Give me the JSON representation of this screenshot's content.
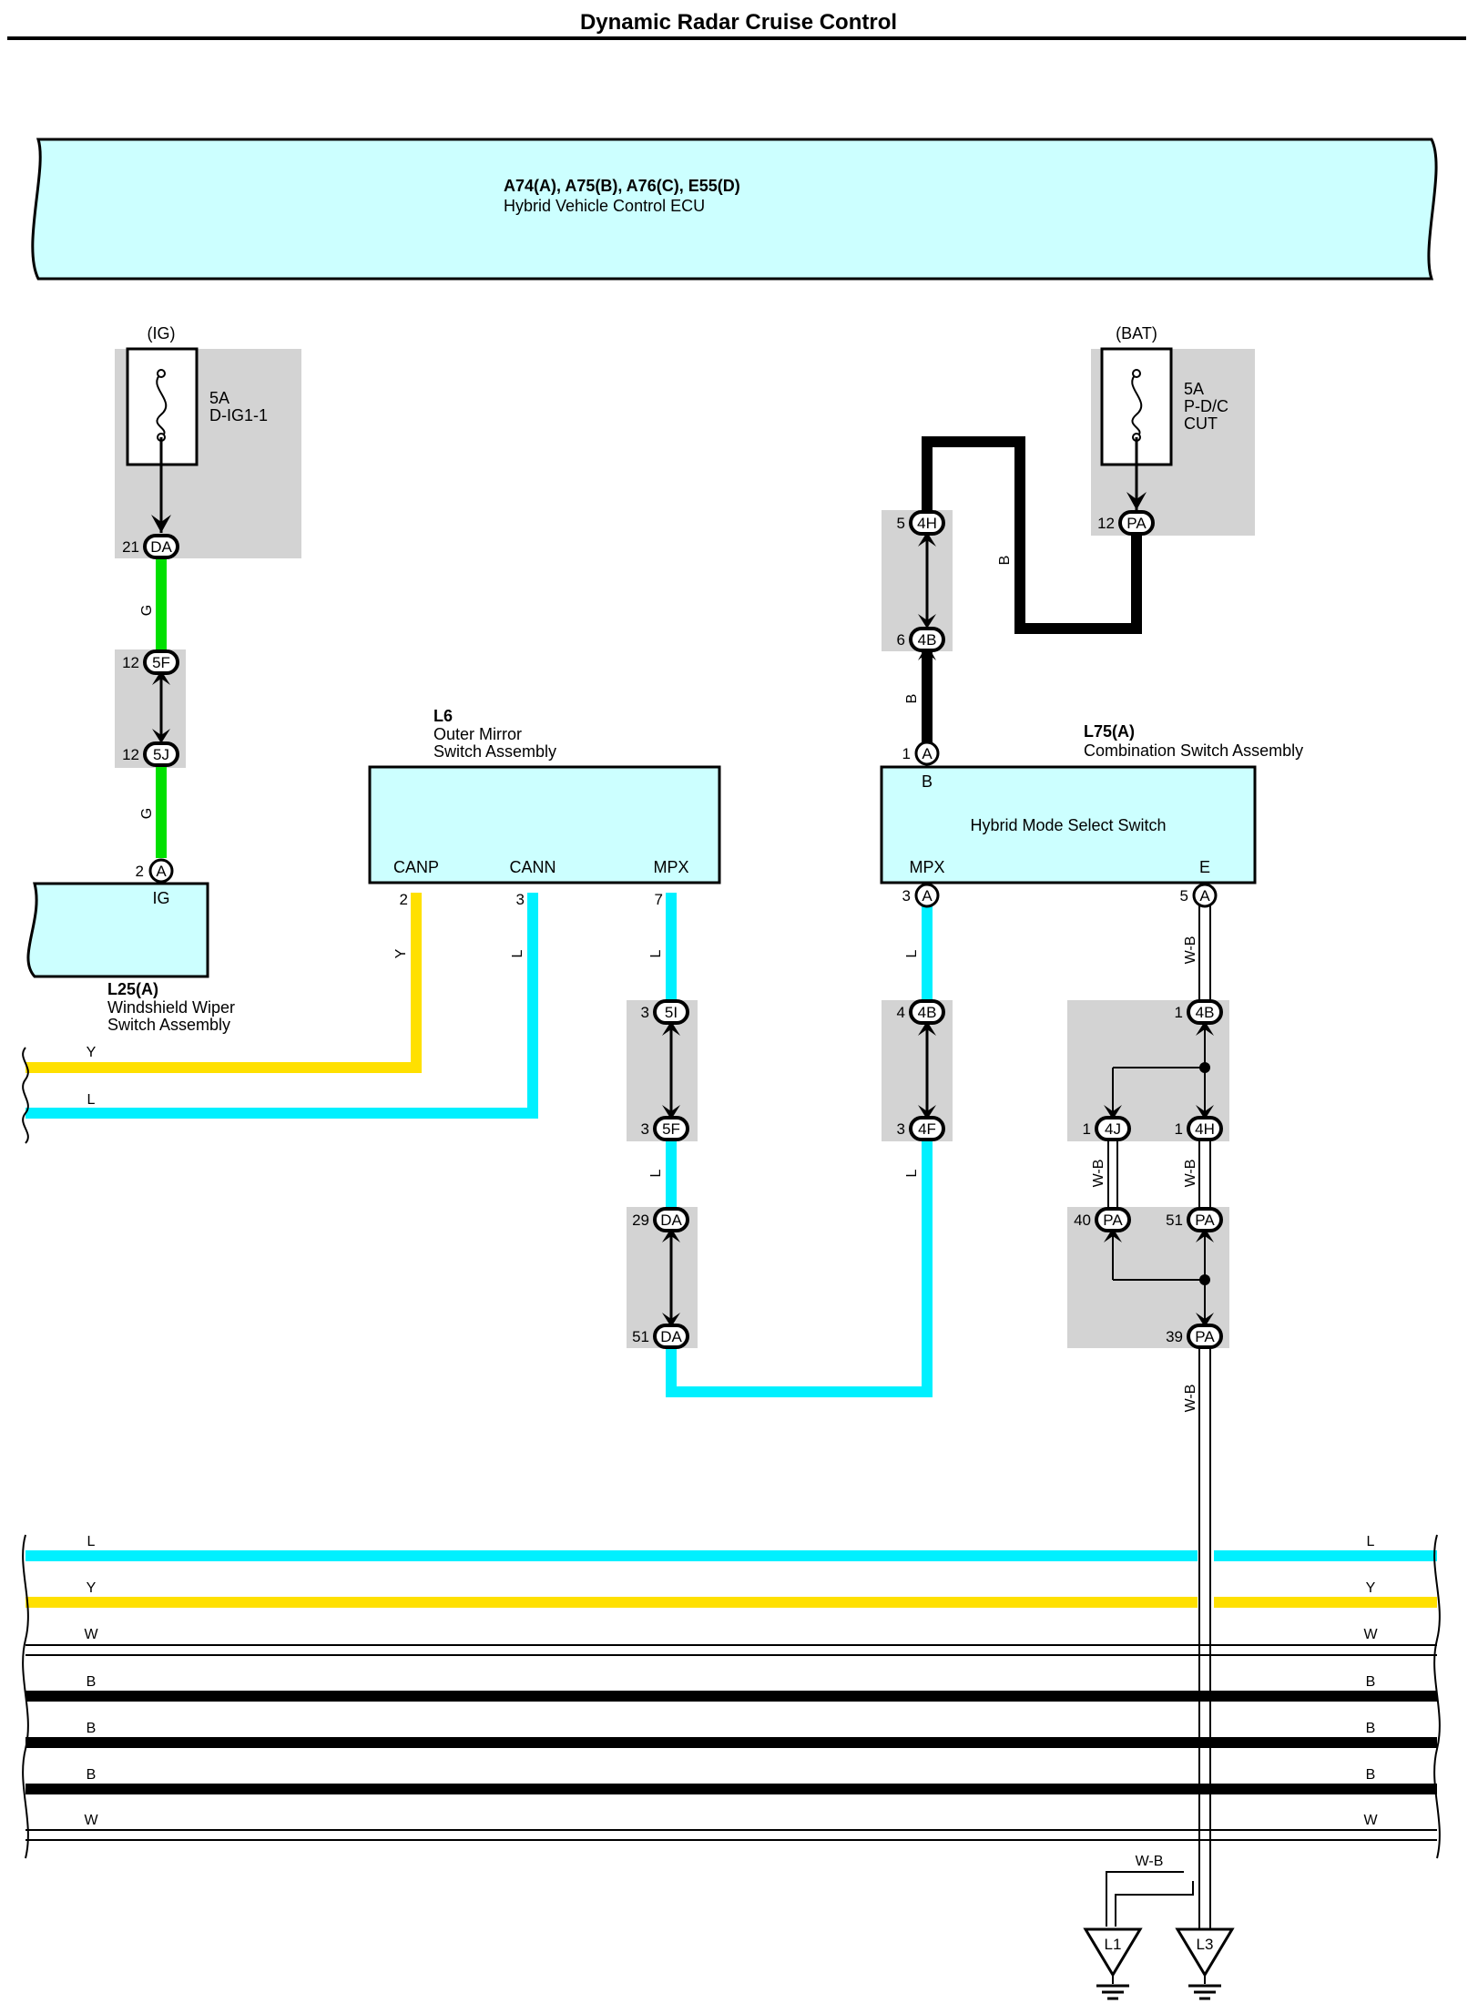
{
  "page": {
    "title": "Dynamic Radar Cruise Control"
  },
  "colors": {
    "component": "#ccffff",
    "junction": "#d3d3d3",
    "G": "#00e000",
    "Y": "#ffe000",
    "L": "#00f0ff",
    "B": "#000000",
    "W": "#ffffff"
  },
  "ecu": {
    "code": "A74(A), A75(B), A76(C), E55(D)",
    "name": "Hybrid Vehicle Control ECU"
  },
  "fuse_ig": {
    "supply": "(IG)",
    "rating": "5A",
    "name": "D-IG1-1"
  },
  "fuse_bat": {
    "supply": "(BAT)",
    "rating": "5A",
    "name1": "P-D/C",
    "name2": "CUT"
  },
  "wiper": {
    "code": "L25(A)",
    "name1": "Windshield Wiper",
    "name2": "Switch Assembly",
    "terminal": "IG",
    "pin": "2",
    "conn": "A"
  },
  "mirror": {
    "code": "L6",
    "name1": "Outer Mirror",
    "name2": "Switch Assembly",
    "t1": "CANP",
    "t2": "CANN",
    "t3": "MPX",
    "p1": "2",
    "p2": "3",
    "p3": "7"
  },
  "combo": {
    "code": "L75(A)",
    "name": "Combination Switch Assembly",
    "inner": "Hybrid Mode Select Switch",
    "tB": "B",
    "tMPX": "MPX",
    "tE": "E",
    "pB": "1",
    "pMPX": "3",
    "pE": "5",
    "conn": "A"
  },
  "connectors": {
    "c_ig_da": {
      "pin": "21",
      "id": "DA"
    },
    "c_5f_a": {
      "pin": "12",
      "id": "5F"
    },
    "c_5j": {
      "pin": "12",
      "id": "5J"
    },
    "c_4h_a": {
      "pin": "5",
      "id": "4H"
    },
    "c_4b_a": {
      "pin": "6",
      "id": "4B"
    },
    "c_pa_bat": {
      "pin": "12",
      "id": "PA"
    },
    "c_5i": {
      "pin": "3",
      "id": "5I"
    },
    "c_5f_b": {
      "pin": "3",
      "id": "5F"
    },
    "c_da_29": {
      "pin": "29",
      "id": "DA"
    },
    "c_da_51": {
      "pin": "51",
      "id": "DA"
    },
    "c_4b_b": {
      "pin": "4",
      "id": "4B"
    },
    "c_4f": {
      "pin": "3",
      "id": "4F"
    },
    "c_4b_c": {
      "pin": "1",
      "id": "4B"
    },
    "c_4j": {
      "pin": "1",
      "id": "4J"
    },
    "c_4h_b": {
      "pin": "1",
      "id": "4H"
    },
    "c_pa_40": {
      "pin": "40",
      "id": "PA"
    },
    "c_pa_51": {
      "pin": "51",
      "id": "PA"
    },
    "c_pa_39": {
      "pin": "39",
      "id": "PA"
    }
  },
  "wire_labels": {
    "G": "G",
    "Y": "Y",
    "L": "L",
    "B": "B",
    "W": "W",
    "WB": "W-B"
  },
  "bus_lines": [
    {
      "color": "L",
      "label": "L"
    },
    {
      "color": "Y",
      "label": "Y"
    },
    {
      "color": "W",
      "label": "W"
    },
    {
      "color": "B",
      "label": "B"
    },
    {
      "color": "B",
      "label": "B"
    },
    {
      "color": "B",
      "label": "B"
    },
    {
      "color": "W",
      "label": "W"
    }
  ],
  "grounds": {
    "g1": "L1",
    "g2": "L3"
  }
}
